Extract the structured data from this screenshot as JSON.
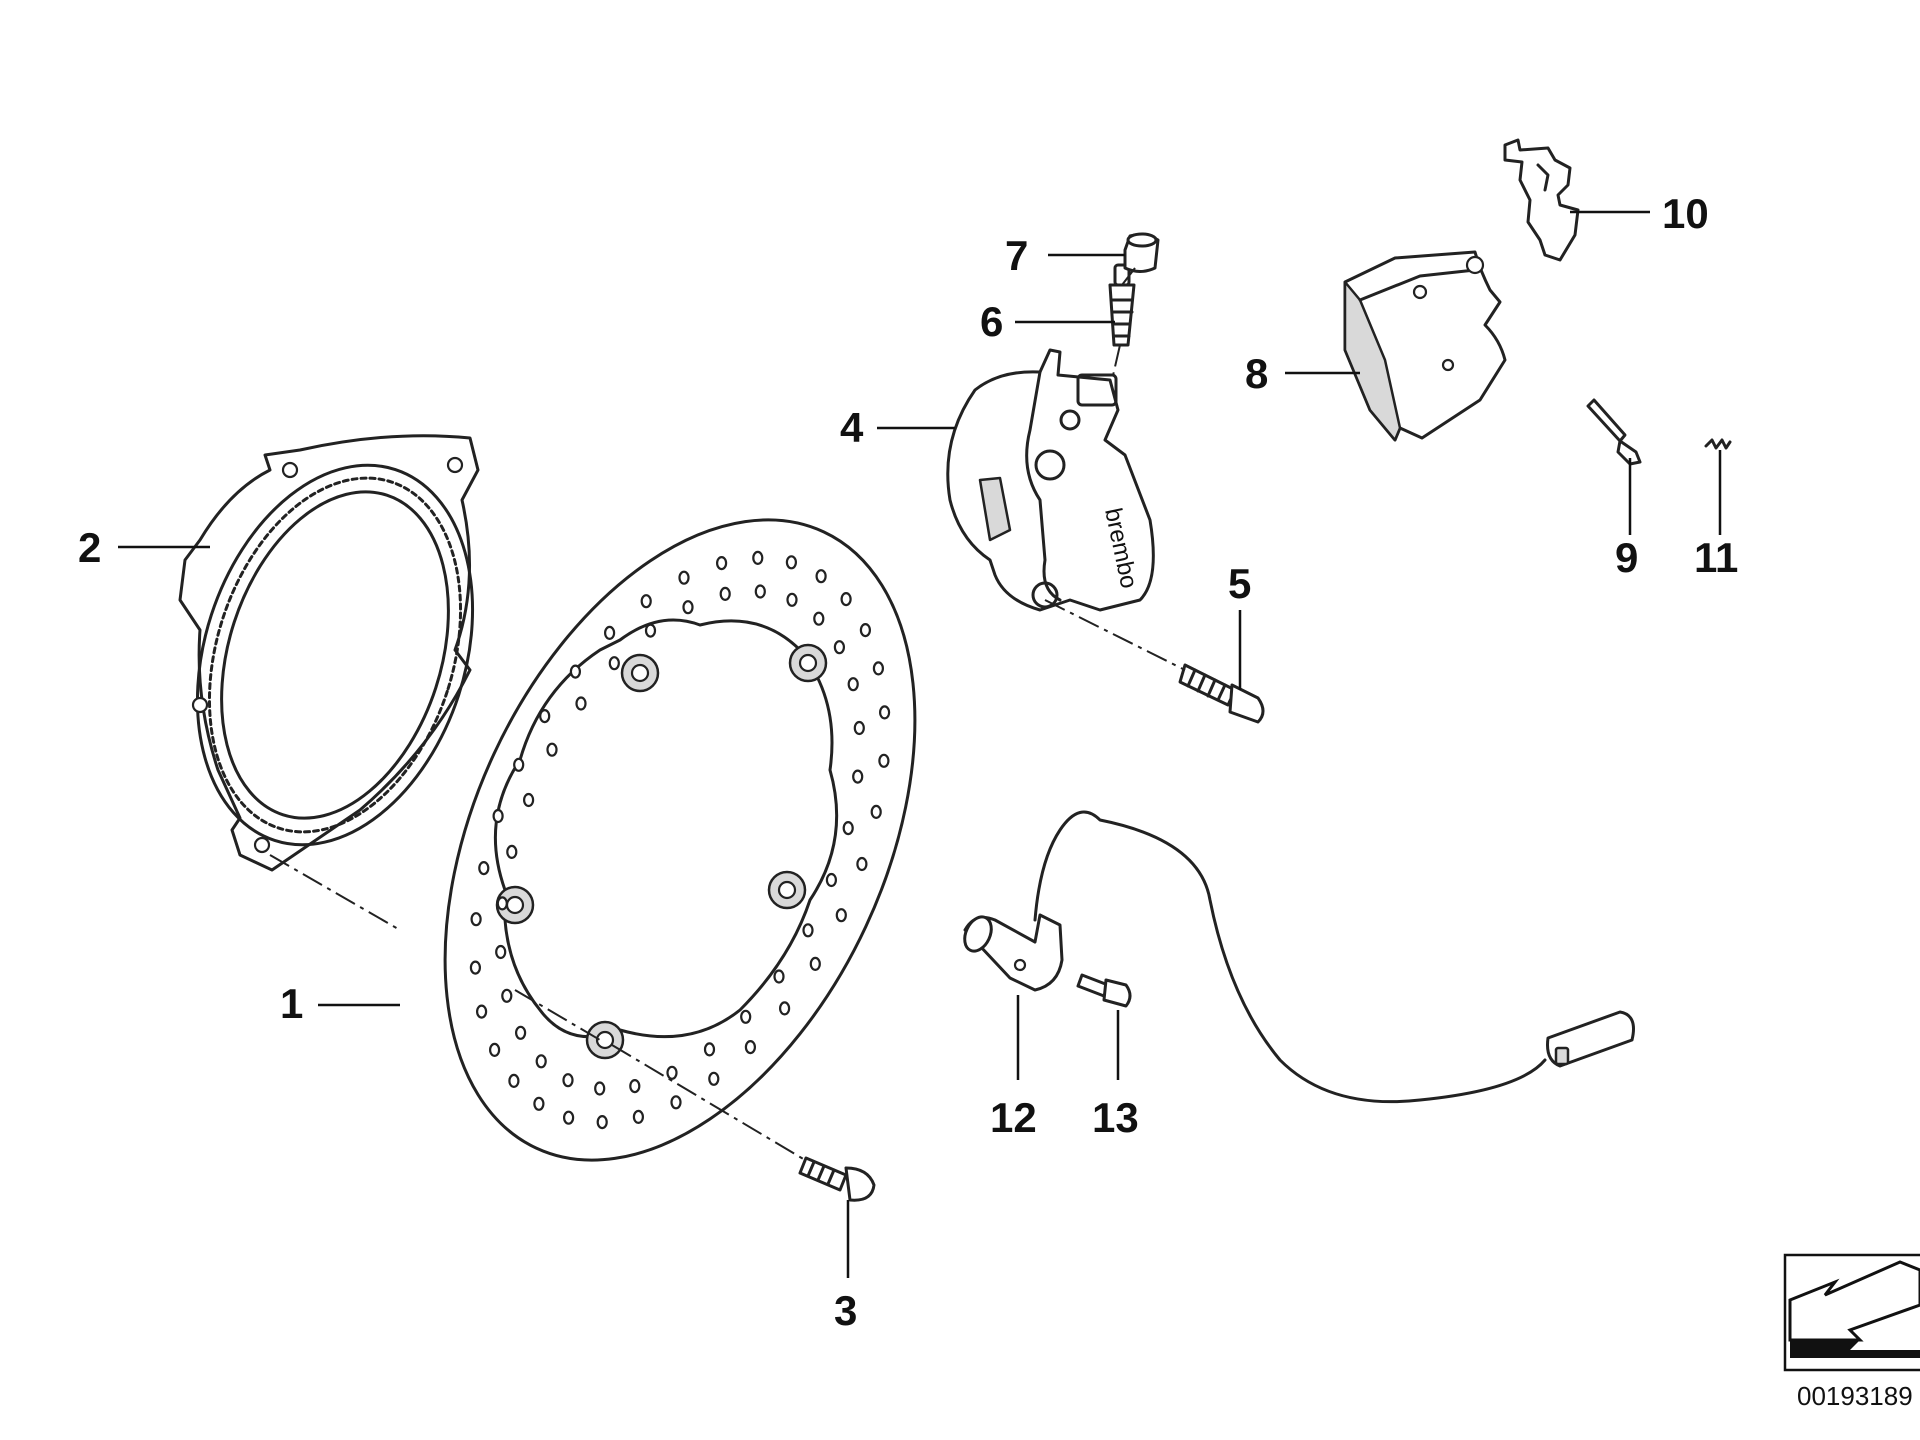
{
  "diagram": {
    "brand_marking": "brembo",
    "reference_number": "00193189",
    "callouts": [
      {
        "id": "1",
        "label": "1"
      },
      {
        "id": "2",
        "label": "2"
      },
      {
        "id": "3",
        "label": "3"
      },
      {
        "id": "4",
        "label": "4"
      },
      {
        "id": "5",
        "label": "5"
      },
      {
        "id": "6",
        "label": "6"
      },
      {
        "id": "7",
        "label": "7"
      },
      {
        "id": "8",
        "label": "8"
      },
      {
        "id": "9",
        "label": "9"
      },
      {
        "id": "10",
        "label": "10"
      },
      {
        "id": "11",
        "label": "11"
      },
      {
        "id": "12",
        "label": "12"
      },
      {
        "id": "13",
        "label": "13"
      }
    ],
    "icons": [
      "arrow-logo-icon"
    ],
    "colors": {
      "line": "#222222",
      "background": "#ffffff"
    }
  }
}
